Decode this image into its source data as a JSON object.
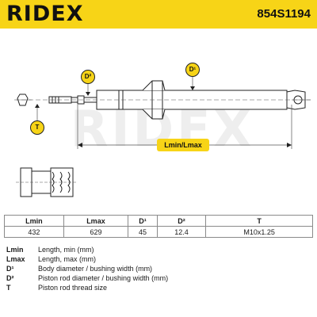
{
  "header": {
    "brand": "RIDEX",
    "part_number": "854S1194"
  },
  "watermark": "RIDEX",
  "colors": {
    "accent": "#f7d417",
    "line": "#222222",
    "dimension": "#555555"
  },
  "diagram": {
    "tags": {
      "d2": "D²",
      "d1": "D¹",
      "t": "T"
    },
    "length_label": "Lmin/Lmax"
  },
  "specs": {
    "headers": [
      "Lmin",
      "Lmax",
      "D¹",
      "D²",
      "T"
    ],
    "values": [
      "432",
      "629",
      "45",
      "12.4",
      "M10x1.25"
    ]
  },
  "legend": [
    {
      "abbr": "Lmin",
      "desc": "Length, min (mm)"
    },
    {
      "abbr": "Lmax",
      "desc": "Length, max (mm)"
    },
    {
      "abbr": "D¹",
      "desc": "Body diameter / bushing width (mm)"
    },
    {
      "abbr": "D²",
      "desc": "Piston rod diameter / bushing width (mm)"
    },
    {
      "abbr": "T",
      "desc": "Piston rod thread size"
    }
  ]
}
